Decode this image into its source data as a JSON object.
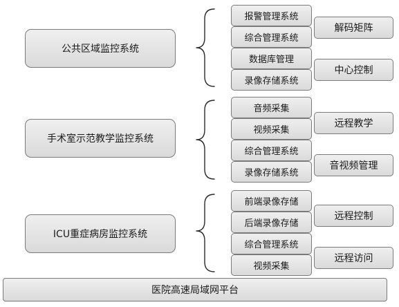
{
  "groups": [
    {
      "system": "公共区域监控系统",
      "subsystems": [
        "报警管理系统",
        "综合管理系统",
        "数据库管理",
        "录像存储系统"
      ],
      "functions": [
        "解码矩阵",
        "中心控制"
      ]
    },
    {
      "system": "手术室示范教学监控系统",
      "subsystems": [
        "音频采集",
        "视频采集",
        "综合管理系统",
        "录像存储系统"
      ],
      "functions": [
        "远程教学",
        "音视频管理"
      ]
    },
    {
      "system": "ICU重症病房监控系统",
      "subsystems": [
        "前端录像存储",
        "后端录像存储",
        "综合管理系统",
        "视频采集"
      ],
      "functions": [
        "远程控制",
        "远程访问"
      ]
    }
  ],
  "platform": "医院高速局域网平台"
}
